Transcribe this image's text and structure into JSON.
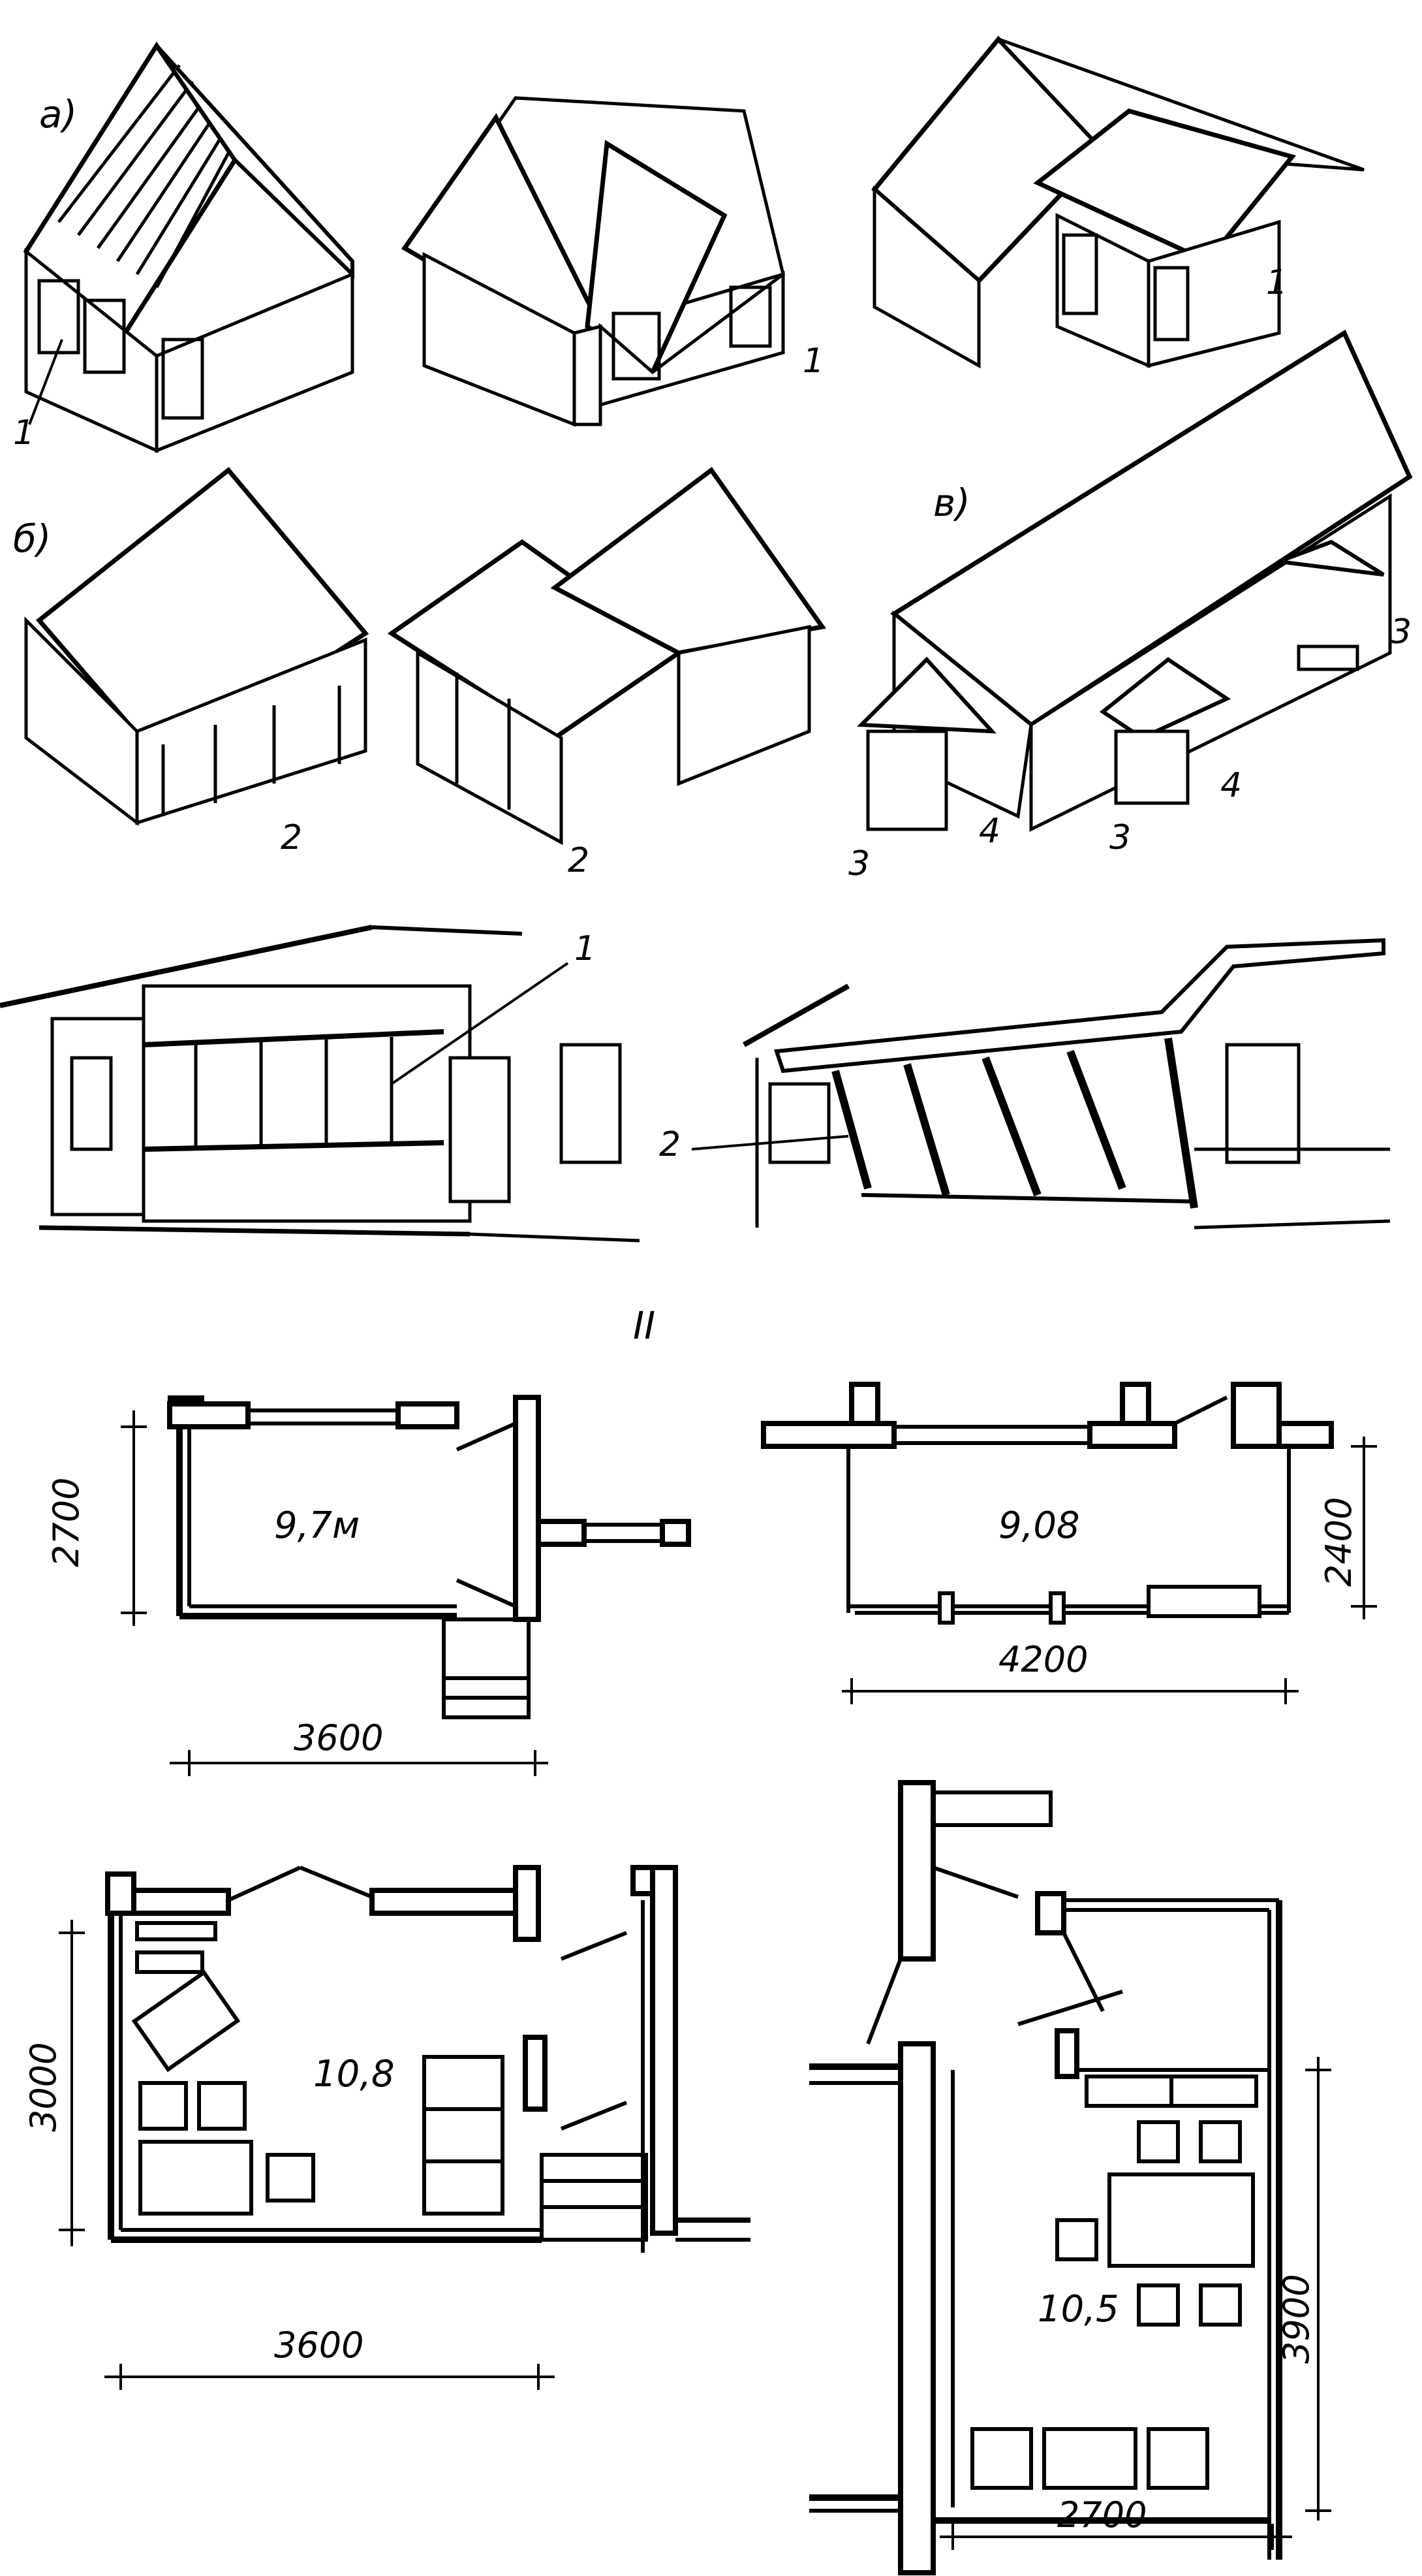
{
  "figure": {
    "section_mark": "II",
    "panels": {
      "a": "а)",
      "b": "б)",
      "v": "в)"
    },
    "callouts": {
      "c1": "1",
      "c2": "2",
      "c3": "3",
      "c4": "4"
    },
    "plans": [
      {
        "area": "9,7м",
        "width": "3600",
        "depth": "2700"
      },
      {
        "area": "9,08",
        "width": "4200",
        "depth": "2400"
      },
      {
        "area": "10,8",
        "width": "3600",
        "depth": "3000"
      },
      {
        "area": "10,5",
        "width": "2700",
        "depth": "3900"
      }
    ]
  }
}
